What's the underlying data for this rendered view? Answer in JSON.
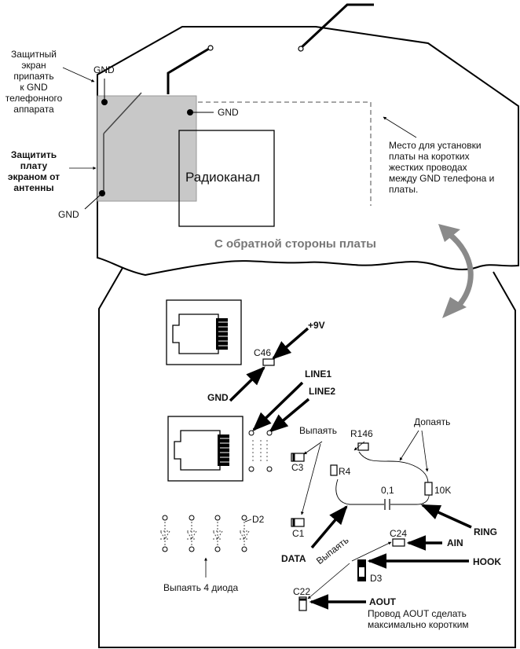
{
  "top_board": {
    "shield_note": "Защитный\nэкран\nприпаять\nк GND\nтелефонного\nаппарата",
    "protect_note": "Защитить\nплату\nэкраном от\nантенны",
    "gnd_top": "GND",
    "gnd_right": "GND",
    "gnd_bottom": "GND",
    "radio_module": "Радиоканал",
    "mount_note": "Место для установки\nплаты на коротких\nжестких проводах\nмежду GND телефона и\nплаты.",
    "reverse_side": "С обратной стороны платы"
  },
  "bottom_board": {
    "plus9v": "+9V",
    "c46": "C46",
    "gnd": "GND",
    "line1": "LINE1",
    "line2": "LINE2",
    "unsolder_1": "Выпаять",
    "c3": "C3",
    "c1": "C1",
    "r146": "R146",
    "r4": "R4",
    "solder_on": "Допаять",
    "cap_value": "0,1",
    "r_10k": "10K",
    "ring": "RING",
    "data": "DATA",
    "unsolder_2": "Выпаять",
    "c24": "C24",
    "ain": "AIN",
    "hook": "HOOK",
    "d3": "D3",
    "d2": "D2",
    "c22": "C22",
    "aout": "AOUT",
    "aout_note": "Провод AOUT сделать\nмаксимально коротким",
    "diodes_note": "Выпаять 4 диода"
  },
  "colors": {
    "shield_fill": "#c8c8c8",
    "arrow_grey": "#8a8a8a",
    "line": "#000000"
  },
  "icons": [
    "rj11-jack-icon",
    "double-headed-arrow-icon"
  ]
}
